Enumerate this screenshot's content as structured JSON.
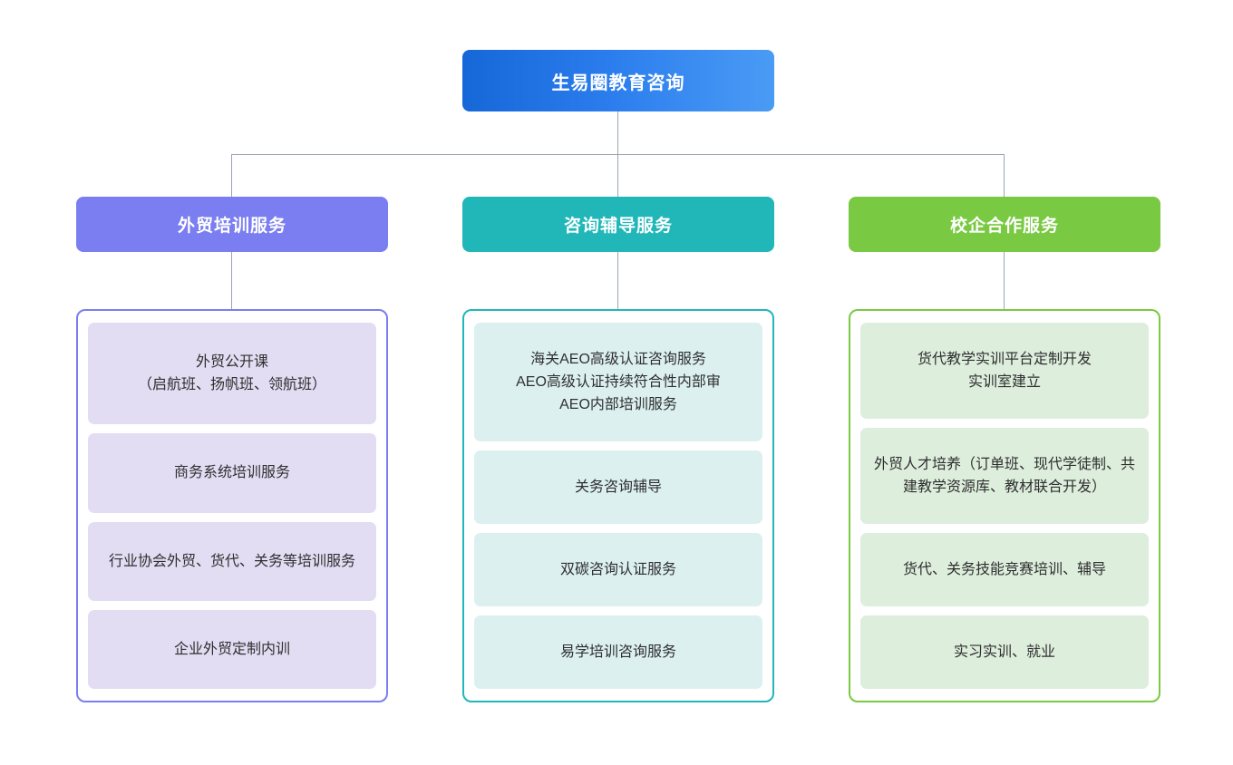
{
  "root": {
    "label": "生易圈教育咨询",
    "color": "#2a7ced"
  },
  "connector_color": "#9aa5b1",
  "branches": [
    {
      "header": "外贸培训服务",
      "accent": "#7b7ef0",
      "item_fill": "#e2ddf3",
      "items": [
        "外贸公开课\n（启航班、扬帆班、领航班）",
        "商务系统培训服务",
        "行业协会外贸、货代、关务等培训服务",
        "企业外贸定制内训"
      ]
    },
    {
      "header": "咨询辅导服务",
      "accent": "#21b7b9",
      "item_fill": "#dcf0f0",
      "items": [
        "海关AEO高级认证咨询服务\nAEO高级认证持续符合性内部审\nAEO内部培训服务",
        "关务咨询辅导",
        "双碳咨询认证服务",
        "易学培训咨询服务"
      ]
    },
    {
      "header": "校企合作服务",
      "accent": "#7ac943",
      "item_fill": "#ddeedd",
      "items": [
        "货代教学实训平台定制开发\n实训室建立",
        "外贸人才培养（订单班、现代学徒制、共建教学资源库、教材联合开发）",
        "货代、关务技能竞赛培训、辅导",
        "实习实训、就业"
      ]
    }
  ]
}
